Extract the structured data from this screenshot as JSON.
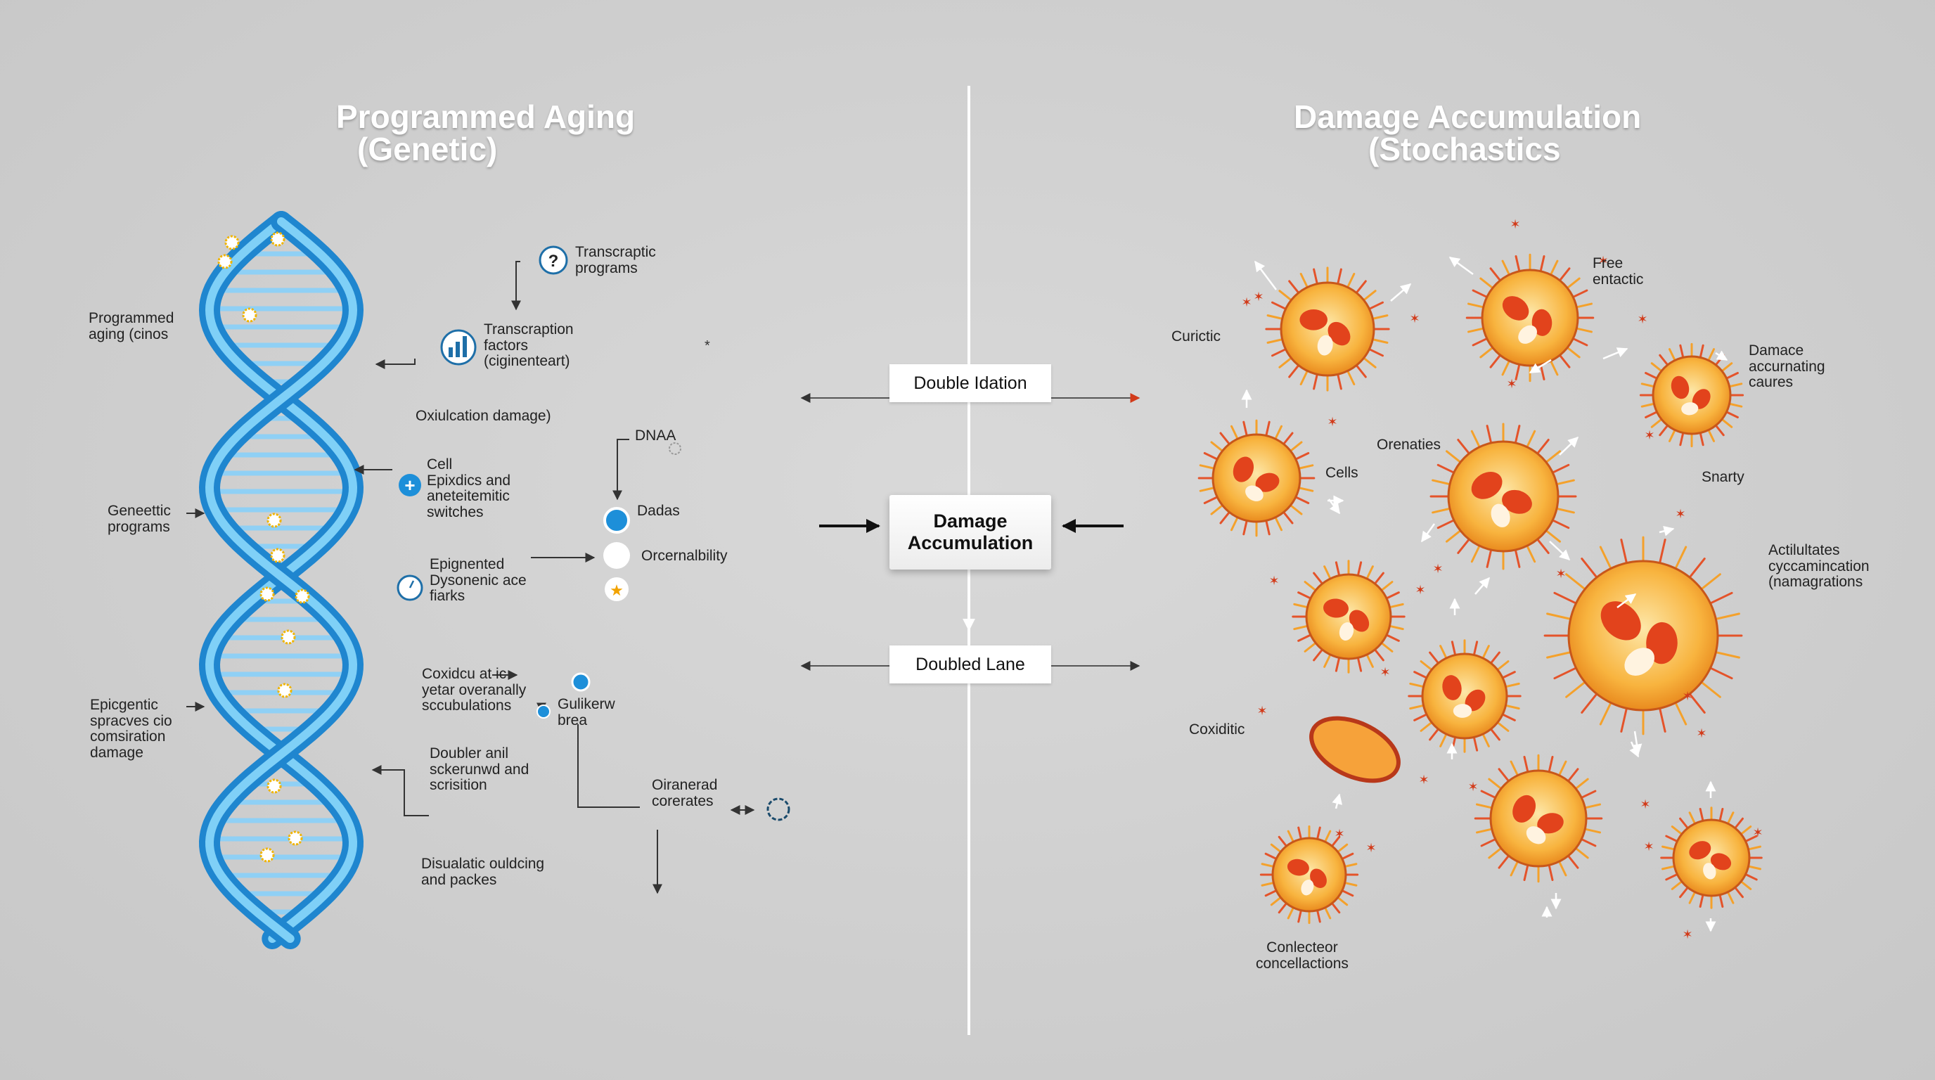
{
  "left_panel": {
    "title_line1": "Programmed Aging",
    "title_line2": "(Genetic)",
    "helix_labels": [
      "Programmed\naging (cinos",
      "Geneettic\nprograms",
      "Epicgentic\nspracves cio\ncomsiration\ndamage"
    ],
    "annotations": {
      "transcraptic": "Transcraptic\nprograms",
      "factors": "Transcraption\nfactors\n(ciginenteart)",
      "oxidation": "Oxiulcation damage)",
      "epixdics": "Cell\nEpixdics and\naneteitemitic\nswitches",
      "dnaa": "DNAA",
      "dadas": "Dadas",
      "orcernalbility": "Orcernalbility",
      "epignented": "Epignented\nDysonenic ace\nfiarks",
      "coxidcu": "Coxidcu at ic\nyetar overanally\nsccubulations",
      "gulikerw": "Gulikerw\nbrea",
      "doubler": "Doubler anil\nsckerunwd and\nscrisition",
      "oiranerad": "Oiranerad\ncorerates",
      "disualatic": "Disualatic ouldcing\nand packes"
    }
  },
  "center": {
    "box_top": "Double Idation",
    "box_main": "Damage\nAccumulation",
    "box_bottom": "Doubled Lane"
  },
  "right_panel": {
    "title_line1": "Damage Accumulation",
    "title_line2": "(Stochastics",
    "labels": {
      "curictic": "Curictic",
      "free": "Free\nentactic",
      "damace": "Damace\naccurnating\ncaures",
      "orenaties": "Orenaties",
      "cells": "Cells",
      "snarty": "Snarty",
      "actilultates": "Actilultates\ncyccamincation\n(namagrations",
      "coxiditic": "Coxiditic",
      "conlecteor": "Conlecteor\nconcellactions"
    }
  },
  "colors": {
    "background": "#cfcfcf",
    "helix_blue": "#3ea7e6",
    "cell_orange": "#f7a42f",
    "damage_red": "#e2431c",
    "title_white": "#ffffff"
  }
}
